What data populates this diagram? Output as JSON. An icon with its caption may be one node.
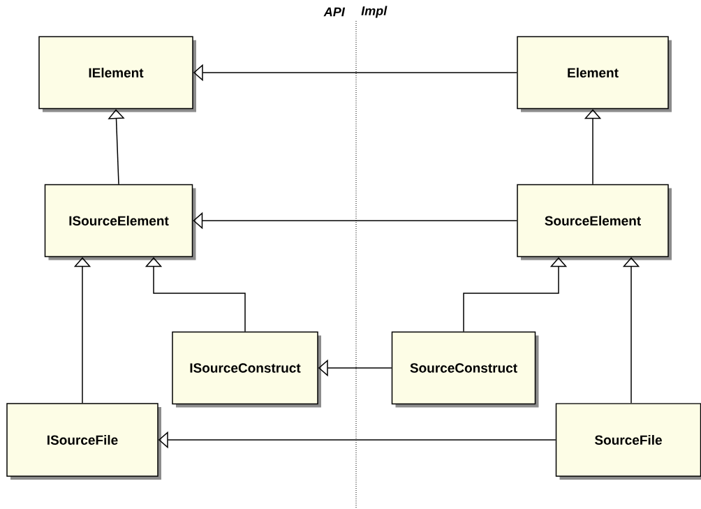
{
  "diagram": {
    "nodes": [
      {
        "text": [
          "IElement"
        ]
      },
      {
        "text": [
          "Element"
        ]
      },
      {
        "text": [
          "ISourceElement"
        ]
      },
      {
        "text": [
          "SourceElement"
        ]
      },
      {
        "text": [
          "ISourceConstruct"
        ]
      },
      {
        "text": [
          "SourceConstruct"
        ]
      },
      {
        "text": [
          "ISourceFile"
        ]
      },
      {
        "text": [
          "SourceFile"
        ]
      }
    ],
    "edges": [
      {
        "from": 1,
        "to": 0,
        "arrow": "to"
      },
      {
        "from": 2,
        "to": 0,
        "arrow": "to"
      },
      {
        "from": 3,
        "to": 1,
        "arrow": "to"
      },
      {
        "from": 3,
        "to": 2,
        "arrow": "to"
      },
      {
        "from": 4,
        "to": 2,
        "arrow": "to"
      },
      {
        "from": 6,
        "to": 2,
        "arrow": "to"
      },
      {
        "from": 5,
        "to": 3,
        "arrow": "to"
      },
      {
        "from": 7,
        "to": 3,
        "arrow": "to"
      },
      {
        "from": 5,
        "to": 4,
        "arrow": "to"
      },
      {
        "from": 7,
        "to": 6,
        "arrow": "to"
      }
    ],
    "labels": [
      "API",
      "Impl"
    ]
  }
}
